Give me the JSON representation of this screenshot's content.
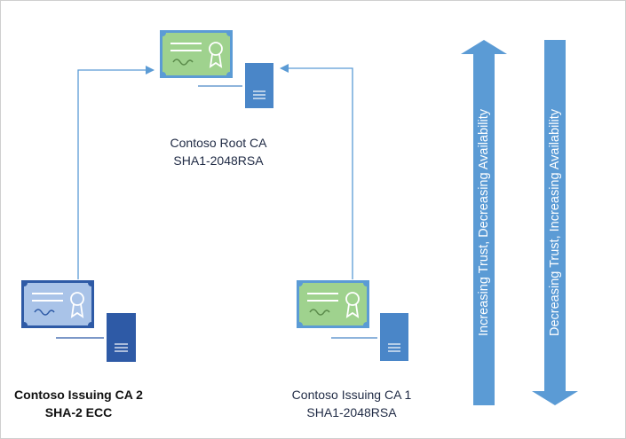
{
  "root_ca": {
    "name": "Contoso Root CA",
    "algorithm": "SHA1-2048RSA"
  },
  "issuing_ca_2": {
    "name": "Contoso Issuing CA 2",
    "algorithm": "SHA-2 ECC"
  },
  "issuing_ca_1": {
    "name": "Contoso Issuing CA 1",
    "algorithm": "SHA1-2048RSA"
  },
  "arrows": {
    "up_label": "Increasing Trust, Decreasing Availability",
    "down_label": "Decreasing Trust, Increasing Availability"
  },
  "colors": {
    "line": "#5b9bd5",
    "cert_frame_light": "#5b9bd5",
    "cert_fill_green": "#9fd28e",
    "cert_frame_dark": "#2e5aa6",
    "cert_fill_blue": "#a9c3e8",
    "server": "#4a86c8",
    "server_dark": "#2e5aa6",
    "arrow": "#5b9bd5"
  },
  "icons": {
    "root_certificate": "certificate-icon",
    "root_server": "server-icon",
    "issuing2_certificate": "certificate-icon",
    "issuing2_server": "server-icon",
    "issuing1_certificate": "certificate-icon",
    "issuing1_server": "server-icon"
  }
}
